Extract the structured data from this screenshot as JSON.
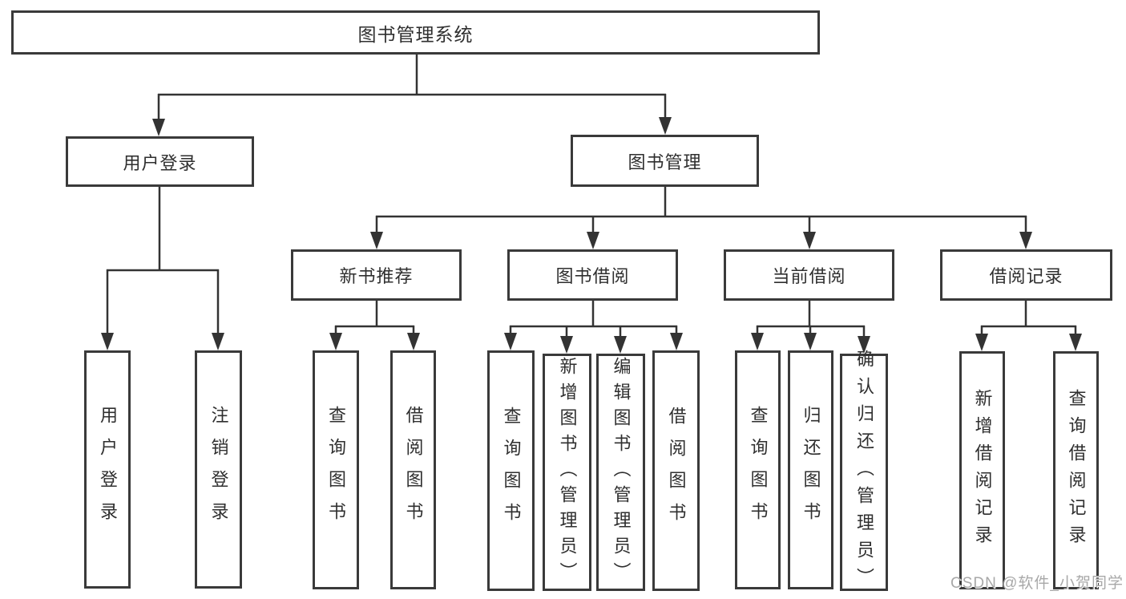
{
  "tree": {
    "root": "图书管理系统",
    "user_login": {
      "label": "用户登录",
      "children": [
        "用户登录",
        "注销登录"
      ]
    },
    "book_mgmt": {
      "label": "图书管理",
      "sections": {
        "new_books": {
          "label": "新书推荐",
          "children": [
            "查询图书",
            "借阅图书"
          ]
        },
        "book_borrow": {
          "label": "图书借阅",
          "children": [
            "查询图书",
            "新增图书（管理员）",
            "编辑图书（管理员）",
            "借阅图书"
          ]
        },
        "current_borrow": {
          "label": "当前借阅",
          "children": [
            "查询图书",
            "归还图书",
            "确认归还（管理员）"
          ]
        },
        "borrow_records": {
          "label": "借阅记录",
          "children": [
            "新增借阅记录",
            "查询借阅记录"
          ]
        }
      }
    }
  },
  "watermark": "CSDN @软件_小贺同学",
  "colors": {
    "line": "#333333",
    "border": "#3a3a3a",
    "text": "#2f2f2f",
    "watermark": "#a8a8a8"
  }
}
